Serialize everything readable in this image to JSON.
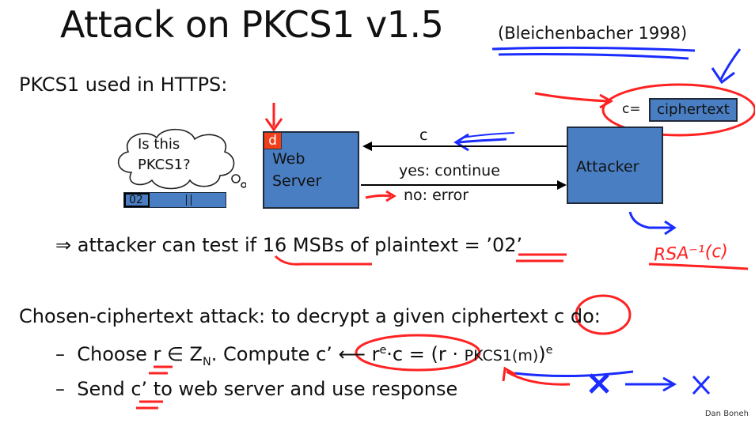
{
  "slide": {
    "title": "Attack on PKCS1 v1.5",
    "citation": "(Bleichenbacher 1998)",
    "subtitle": "PKCS1 used in HTTPS:",
    "author": "Dan Boneh"
  },
  "diagram": {
    "cloud_line1": "Is this",
    "cloud_line2": "PKCS1?",
    "bar_label": "02",
    "server_badge": "d",
    "server_line1": "Web",
    "server_line2": "Server",
    "attacker_label": "Attacker",
    "c_eq_label": "c=",
    "ciphertext_label": "ciphertext",
    "arrow_c_label": "c",
    "yes_label": "yes: continue",
    "no_label": "no: error"
  },
  "content": {
    "implication": "attacker can test if 16 MSBs of plaintext = ’02’",
    "chosen_ct": "Chosen-ciphertext attack:  to decrypt a given ciphertext  c  do:",
    "bullet1_a": "Choose  r ∈ Z",
    "bullet1_sub": "N",
    "bullet1_b": ".    Compute  c’ ⟵ r",
    "bullet1_sup": "e",
    "bullet1_c": "·c  = (r · ",
    "bullet1_pkcs": "PKCS1(m)",
    "bullet1_close": ")",
    "bullet1_exp": "e",
    "bullet2": "Send  c’  to web server and use response",
    "dash": "–"
  },
  "annotations": {
    "rsa_inverse": "RSA⁻¹(c)"
  }
}
